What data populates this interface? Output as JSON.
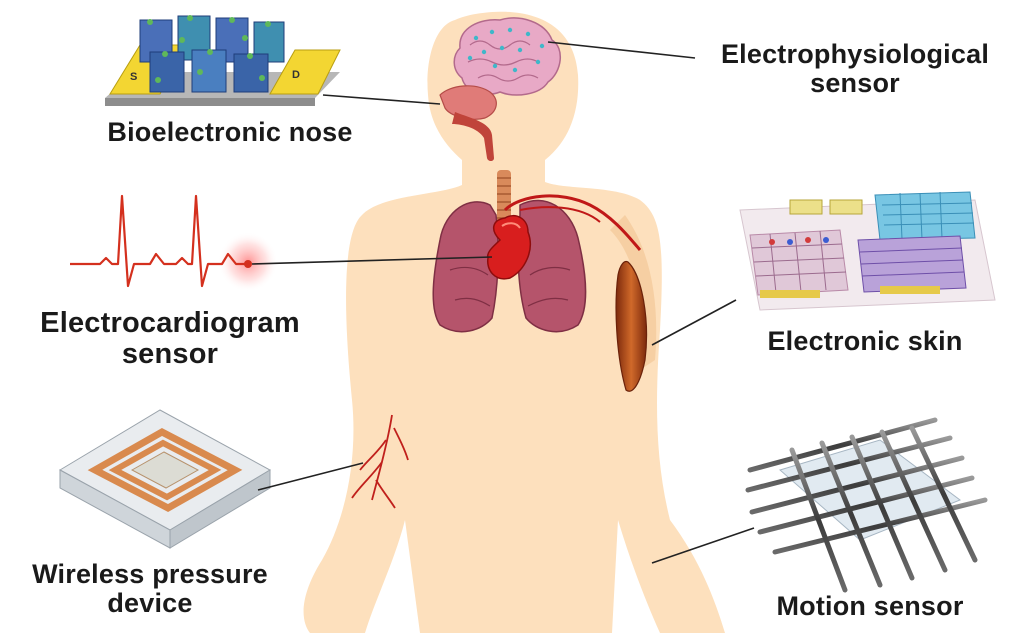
{
  "labels": {
    "electrophysiological": {
      "line1": "Electrophysiological",
      "line2": "sensor"
    },
    "bioelectronic_nose": {
      "line1": "Bioelectronic nose"
    },
    "electrocardiogram": {
      "line1": "Electrocardiogram",
      "line2": "sensor"
    },
    "electronic_skin": {
      "line1": "Electronic skin"
    },
    "wireless_pressure": {
      "line1": "Wireless pressure",
      "line2": "device"
    },
    "motion_sensor": {
      "line1": "Motion sensor"
    }
  },
  "nose_chip_letters": {
    "source": "S",
    "drain": "D"
  },
  "colors": {
    "skin": "#fde0bd",
    "skin_shade": "#f7c99b",
    "lung": "#b5546b",
    "heart": "#d81e1e",
    "brain": "#e8a9c6",
    "ecg": "#d4301e",
    "muscle": "#b8531d",
    "coil": "#d98a4e",
    "leader_line": "#222222"
  }
}
